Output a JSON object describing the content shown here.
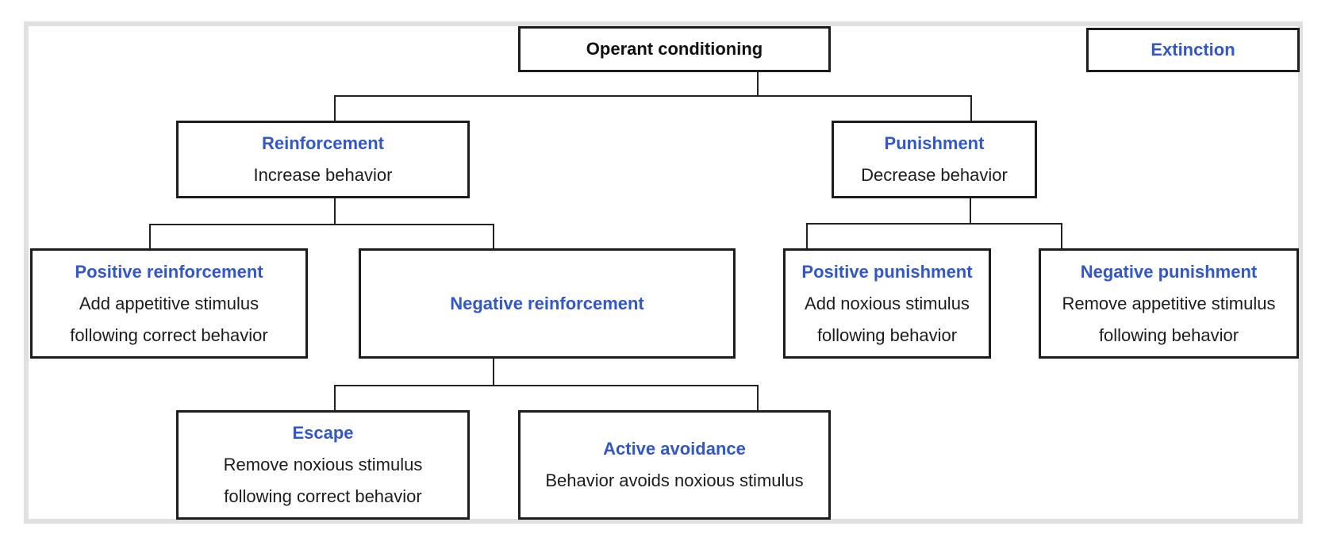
{
  "figure": "operant-conditioning-tree",
  "colors": {
    "accent_blue": "#3157c8",
    "root_title_black": "#111111",
    "body_text": "#1c1c1c",
    "box_border": "#1d1d1d",
    "frame_gray": "#e0e0e0",
    "connector": "#222222"
  },
  "nodes": {
    "operant_conditioning": {
      "title": "Operant conditioning"
    },
    "extinction": {
      "title": "Extinction"
    },
    "reinforcement": {
      "title": "Reinforcement",
      "line1": "Increase behavior"
    },
    "punishment": {
      "title": "Punishment",
      "line1": "Decrease behavior"
    },
    "positive_reinforcement": {
      "title": "Positive reinforcement",
      "line1": "Add appetitive stimulus",
      "line2": "following correct behavior"
    },
    "negative_reinforcement": {
      "title": "Negative reinforcement"
    },
    "positive_punishment": {
      "title": "Positive punishment",
      "line1": "Add noxious stimulus",
      "line2": "following behavior"
    },
    "negative_punishment": {
      "title": "Negative punishment",
      "line1": "Remove appetitive stimulus",
      "line2": "following behavior"
    },
    "escape": {
      "title": "Escape",
      "line1": "Remove noxious stimulus",
      "line2": "following correct behavior"
    },
    "active_avoidance": {
      "title": "Active avoidance",
      "line1": "Behavior avoids noxious stimulus"
    }
  }
}
